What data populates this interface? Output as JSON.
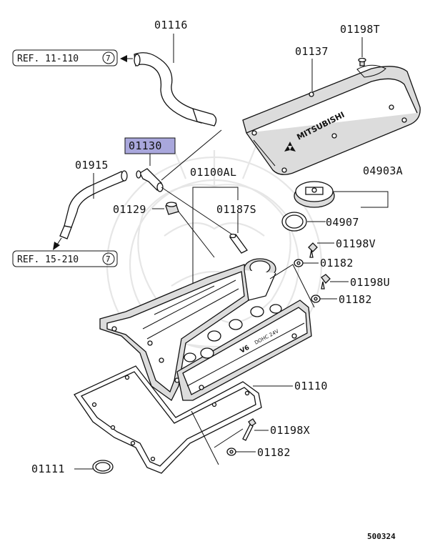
{
  "diagram": {
    "highlighted_part": "01130",
    "highlight_color": "#a9a7dc",
    "labels": {
      "p01116": "01116",
      "p01198T": "01198T",
      "p01137": "01137",
      "p01130": "01130",
      "p01915": "01915",
      "p01100AL": "01100AL",
      "p04903A": "04903A",
      "p01129": "01129",
      "p01187S": "01187S",
      "p04907": "04907",
      "p01198V": "01198V",
      "p01182a": "01182",
      "p01198U": "01198U",
      "p01182b": "01182",
      "p01110": "01110",
      "p01198X": "01198X",
      "p01182c": "01182",
      "p01111": "01111"
    },
    "refs": {
      "ref1_text": "REF. 11-110",
      "ref1_num": "7",
      "ref2_text": "REF. 15-210",
      "ref2_num": "7"
    },
    "cover_text": {
      "brand": "MITSUBISHI",
      "engine": "V6",
      "engine_sub": "DOHC 24V"
    },
    "diagram_code": "500324"
  }
}
